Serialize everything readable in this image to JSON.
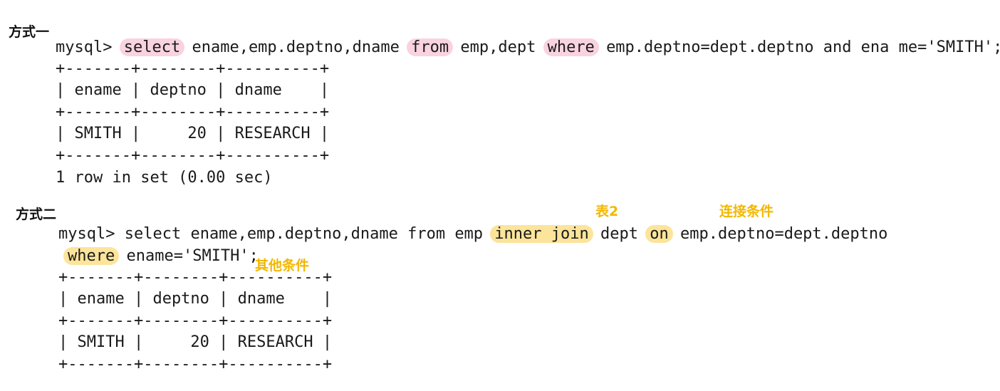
{
  "method1": {
    "title": "方式一",
    "query": {
      "prompt": "mysql>",
      "kw_select": "select",
      "part1": "ename,emp.deptno,dname",
      "kw_from": "from",
      "part2": "emp,dept",
      "kw_where": "where",
      "part3": "emp.deptno=dept.deptno and ena me='SMITH';"
    },
    "table": {
      "border": "+-------+--------+----------+",
      "header": "| ename | deptno | dname    |",
      "row": "| SMITH |     20 | RESEARCH |"
    },
    "result": "1 row in set (0.00 sec)"
  },
  "method2": {
    "title": "方式二",
    "query": {
      "prompt": "mysql>",
      "part1": "select ename,emp.deptno,dname from emp",
      "kw_inner_join": "inner join",
      "part2": "dept",
      "kw_on": "on",
      "part3": "emp.deptno=dept.deptno",
      "kw_where": "where",
      "part4": "ename='SMITH';"
    },
    "annotations": {
      "table2": "表2",
      "join_condition": "连接条件",
      "other_condition": "其他条件"
    },
    "table": {
      "border": "+-------+--------+----------+",
      "header": "| ename | deptno | dname    |",
      "row": "| SMITH |     20 | RESEARCH |"
    }
  },
  "colors": {
    "pink_highlight": "#f9d3df",
    "yellow_highlight": "#fce49a",
    "annotation_text": "#f2b700"
  }
}
